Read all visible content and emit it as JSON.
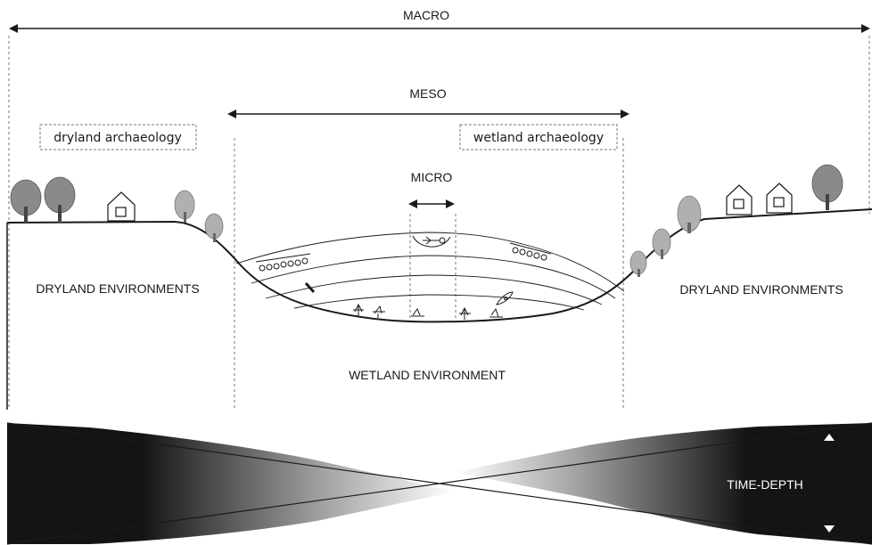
{
  "labels": {
    "macro": "MACRO",
    "meso": "MESO",
    "micro": "MICRO",
    "dryland_archaeology": "dryland archaeology",
    "wetland_archaeology": "wetland archaeology",
    "dryland_env_left": "DRYLAND ENVIRONMENTS",
    "dryland_env_right": "DRYLAND ENVIRONMENTS",
    "wetland_env": "WETLAND ENVIRONMENT",
    "time_depth": "TIME-DEPTH"
  },
  "colors": {
    "ink": "#1a1a1a",
    "band_dark": "#141414",
    "tree": "#9c9c9c",
    "tree_dark": "#6a6a6a"
  },
  "icons": [
    "tree-icon",
    "house-icon",
    "boat-icon",
    "person-icon",
    "bird-icon",
    "pile-row-icon"
  ]
}
